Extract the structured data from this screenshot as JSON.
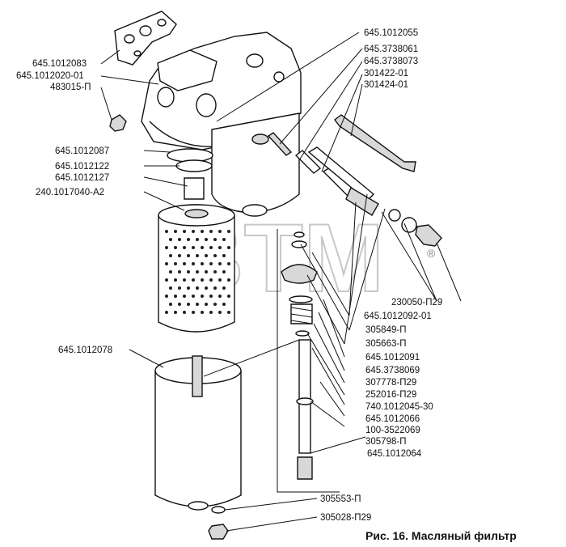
{
  "caption": "Рис. 16. Масляный фильтр",
  "watermark": "BTM",
  "watermark_mark": "®",
  "callouts": [
    {
      "id": "645.1012055",
      "text": "645.1012055"
    },
    {
      "id": "645.3738061",
      "text": "645.3738061"
    },
    {
      "id": "645.3738073",
      "text": "645.3738073"
    },
    {
      "id": "301422-01",
      "text": "301422-01"
    },
    {
      "id": "301424-01",
      "text": "301424-01"
    },
    {
      "id": "645.1012083",
      "text": "645.1012083"
    },
    {
      "id": "645.1012020-01",
      "text": "645.1012020-01"
    },
    {
      "id": "483015-П",
      "text": "483015-П"
    },
    {
      "id": "645.1012087",
      "text": "645.1012087"
    },
    {
      "id": "645.1012122",
      "text": "645.1012122"
    },
    {
      "id": "645.1012127",
      "text": "645.1012127"
    },
    {
      "id": "240.1017040-А2",
      "text": "240.1017040-А2"
    },
    {
      "id": "230050-П29",
      "text": "230050-П29"
    },
    {
      "id": "645.1012092-01",
      "text": "645.1012092-01"
    },
    {
      "id": "305849-П",
      "text": "305849-П"
    },
    {
      "id": "305663-П",
      "text": "305663-П"
    },
    {
      "id": "645.1012091",
      "text": "645.1012091"
    },
    {
      "id": "645.3738069",
      "text": "645.3738069"
    },
    {
      "id": "307778-П29",
      "text": "307778-П29"
    },
    {
      "id": "252016-П29",
      "text": "252016-П29"
    },
    {
      "id": "740.1012045-30",
      "text": "740.1012045-30"
    },
    {
      "id": "645.1012066",
      "text": "645.1012066"
    },
    {
      "id": "100-3522069",
      "text": "100-3522069"
    },
    {
      "id": "305798-П",
      "text": "305798-П"
    },
    {
      "id": "645.1012064",
      "text": "645.1012064"
    },
    {
      "id": "645.1012078",
      "text": "645.1012078"
    },
    {
      "id": "305553-П",
      "text": "305553-П"
    },
    {
      "id": "305028-П29",
      "text": "305028-П29"
    }
  ]
}
